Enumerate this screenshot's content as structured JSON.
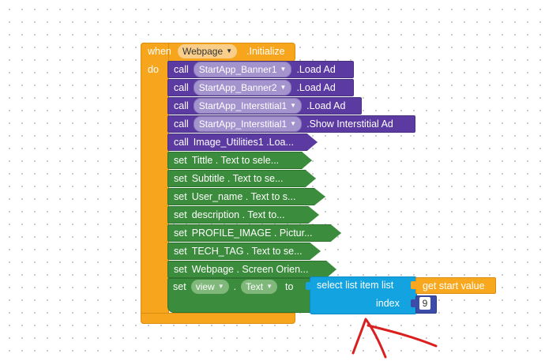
{
  "event": {
    "when_label": "when",
    "do_label": "do",
    "component": "Webpage",
    "event_name": ".Initialize"
  },
  "calls": [
    {
      "keyword": "call",
      "component": "StartApp_Banner1",
      "method": ".Load Ad"
    },
    {
      "keyword": "call",
      "component": "StartApp_Banner2",
      "method": ".Load Ad"
    },
    {
      "keyword": "call",
      "component": "StartApp_Interstitial1",
      "method": ".Load Ad"
    },
    {
      "keyword": "call",
      "component": "StartApp_Interstitial1",
      "method": ".Show Interstitial Ad"
    },
    {
      "keyword": "call",
      "text": "Image_Utilities1 .Loa..."
    }
  ],
  "sets": [
    {
      "keyword": "set",
      "text": "Tittle . Text  to sele..."
    },
    {
      "keyword": "set",
      "text": "Subtitle . Text  to se..."
    },
    {
      "keyword": "set",
      "text": "User_name . Text  to s..."
    },
    {
      "keyword": "set",
      "text": "description . Text  to..."
    },
    {
      "keyword": "set",
      "text": "PROFILE_IMAGE . Pictur..."
    },
    {
      "keyword": "set",
      "text": "TECH_TAG . Text  to se..."
    },
    {
      "keyword": "set",
      "text": "Webpage . Screen Orien..."
    }
  ],
  "last_set": {
    "keyword": "set",
    "component": "view",
    "dot": ".",
    "property": "Text",
    "to_label": "to"
  },
  "select_block": {
    "label": "select list item  list",
    "index_label": "index",
    "index_value": "9"
  },
  "getter": {
    "label": "get start value"
  },
  "colors": {
    "event": "#f7a51c",
    "call": "#5b3aa2",
    "set": "#3b8c3c",
    "list": "#13a3e0",
    "math": "#3b4da8",
    "annotation": "#d91f1f"
  }
}
